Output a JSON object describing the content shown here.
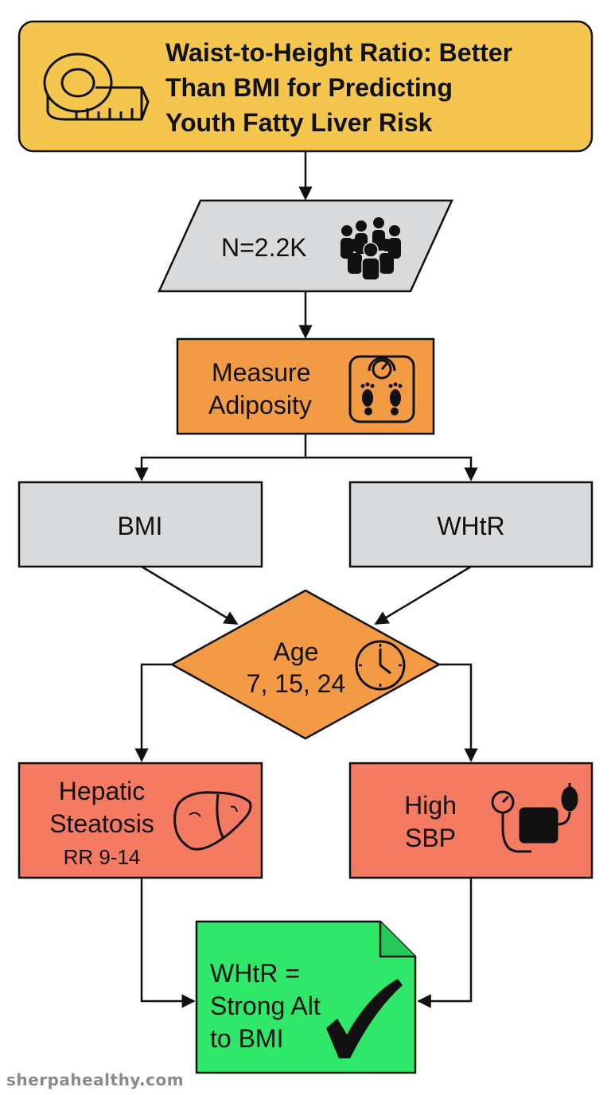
{
  "title": {
    "line1": "Waist-to-Height Ratio: Better",
    "line2": "Than BMI for Predicting",
    "line3": "Youth Fatty Liver Risk",
    "icon": "measuring-tape-icon"
  },
  "sample": {
    "label": "N=2.2K",
    "icon": "people-group-icon"
  },
  "measure": {
    "line1": "Measure",
    "line2": "Adiposity",
    "icon": "bathroom-scale-icon"
  },
  "bmi": {
    "label": "BMI"
  },
  "whtr": {
    "label": "WHtR"
  },
  "age": {
    "line1": "Age",
    "line2": "7, 15, 24",
    "icon": "clock-icon"
  },
  "hepatic": {
    "line1": "Hepatic",
    "line2": "Steatosis",
    "line3": "RR 9-14",
    "icon": "liver-icon"
  },
  "sbp": {
    "line1": "High",
    "line2": "SBP",
    "icon": "blood-pressure-cuff-icon"
  },
  "conclusion": {
    "line1": "WHtR =",
    "line2": "Strong Alt",
    "line3": "to BMI",
    "icon": "checkmark-icon"
  },
  "watermark": "sherpahealthy.com",
  "colors": {
    "title_fill": "#F4C64E",
    "grey_fill": "#D9DADC",
    "orange_fill": "#F39A45",
    "red_fill": "#F57A62",
    "green_fill": "#2FE86A"
  }
}
